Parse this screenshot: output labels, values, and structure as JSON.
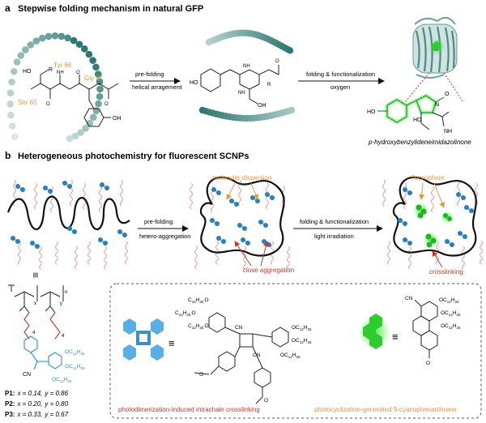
{
  "panel_a": {
    "letter": "a",
    "title": "Stepwise folding mechanism in natural GFP",
    "residues": {
      "tyr": "Tyr 66",
      "gly": "Gly 67",
      "ser": "Ser 65"
    },
    "groups": {
      "r": "R",
      "ho": "HO",
      "oh": "OH",
      "o": "O",
      "nh": "NH",
      "n": "N",
      "h": "H"
    },
    "arrow1_top": "pre-folding",
    "arrow1_bottom": "helical arragement",
    "arrow2_top": "folding & functionalization",
    "arrow2_bottom": "oxygen",
    "chromophore_name": "p-hydroxybenzylideneimidazolinone"
  },
  "panel_b": {
    "letter": "b",
    "title": "Heterogeneous photochemistry for fluorescent SCNPs",
    "arrow1_top": "pre-folding",
    "arrow1_bottom": "hetero-aggregation",
    "arrow2_top": "folding & functionalization",
    "arrow2_bottom": "light irradiation",
    "label_dispersion": "molecular dispersion",
    "label_aggregation": "close aggregation",
    "label_fluorophore": "fluorophore",
    "label_crosslinking": "crosslinking",
    "equiv": "≡",
    "polymers": [
      {
        "name": "P1:",
        "x": "x = 0.14,",
        "y": "y = 0.86"
      },
      {
        "name": "P2:",
        "x": "x = 0.20,",
        "y": "y = 0.80"
      },
      {
        "name": "P3:",
        "x": "x = 0.33,",
        "y": "y = 0.67"
      }
    ],
    "sub_x": "x",
    "sub_y": "y",
    "sub_n": "n",
    "sub_4": "4",
    "cn": "CN",
    "oc": "OC",
    "c12": "12",
    "h25": "H",
    "h25n": "25",
    "box_caption_left": "photodimerization-induced intrachain crosslinking",
    "box_caption_right": "photocyclization-generated 9-cyanophenanthrene"
  },
  "colors": {
    "chain": "#3f8a84",
    "orange": "#e8963a",
    "red": "#c0392b",
    "blue": "#2a8fd6",
    "green": "#38c038",
    "pink": "#e99090"
  }
}
